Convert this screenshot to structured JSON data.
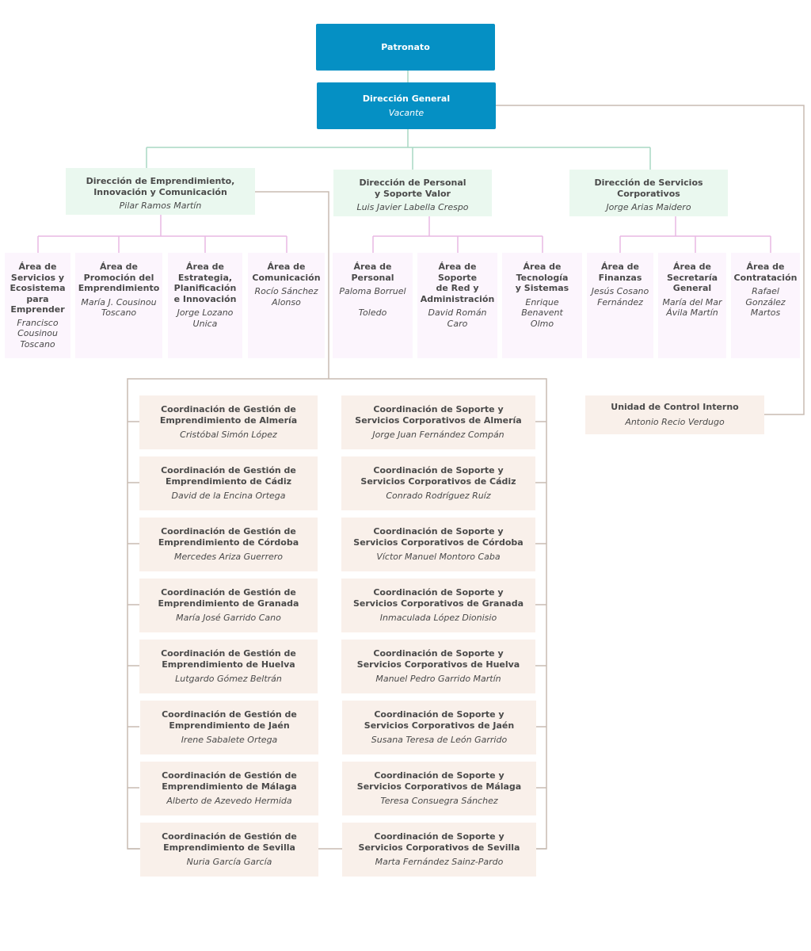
{
  "root": {
    "title": "Patronato"
  },
  "dg": {
    "title": "Dirección General",
    "name": "Vacante"
  },
  "directions": [
    {
      "title": "Dirección de Emprendimiento,\nInnovación y Comunicación",
      "name": "Pilar Ramos Martín"
    },
    {
      "title": "Dirección de Personal\ny Soporte Valor",
      "name": "Luis Javier Labella Crespo"
    },
    {
      "title": "Dirección de Servicios\nCorporativos",
      "name": "Jorge Arias Maidero"
    }
  ],
  "areas": [
    {
      "title": "Área de\nServicios y\nEcosistema\npara\nEmprender",
      "name": "Francisco\nCousinou\nToscano"
    },
    {
      "title": "Área de\nPromoción del\nEmprendimiento",
      "name": "María J. Cousinou\nToscano"
    },
    {
      "title": "Área de\nEstrategia,\nPlanificación\ne Innovación",
      "name": "Jorge Lozano\nUnica"
    },
    {
      "title": "Área de\nComunicación",
      "name": "Rocío Sánchez\nAlonso"
    },
    {
      "title": "Área de\nPersonal",
      "name": "Paloma Borruel\n\nToledo"
    },
    {
      "title": "Área de\nSoporte\nde Red y\nAdministración",
      "name": "David Román\nCaro"
    },
    {
      "title": "Área de\nTecnología\ny Sistemas",
      "name": "Enrique\nBenavent\nOlmo"
    },
    {
      "title": "Área de\nFinanzas",
      "name": "Jesús Cosano\nFernández"
    },
    {
      "title": "Área de\nSecretaría\nGeneral",
      "name": "María del Mar\nÁvila Martín"
    },
    {
      "title": "Área de\nContratación",
      "name": "Rafael\nGonzález\nMartos"
    }
  ],
  "coord_left": [
    {
      "title": "Coordinación de Gestión de\nEmprendimiento de Almería",
      "name": "Cristóbal Simón López"
    },
    {
      "title": "Coordinación de Gestión de\nEmprendimiento de Cádiz",
      "name": "David de la Encina Ortega"
    },
    {
      "title": "Coordinación de Gestión de\nEmprendimiento de Córdoba",
      "name": "Mercedes Ariza Guerrero"
    },
    {
      "title": "Coordinación de Gestión de\nEmprendimiento de Granada",
      "name": "María José Garrido Cano"
    },
    {
      "title": "Coordinación de Gestión de\nEmprendimiento de Huelva",
      "name": "Lutgardo Gómez Beltrán"
    },
    {
      "title": "Coordinación de Gestión de\nEmprendimiento de Jaén",
      "name": "Irene Sabalete Ortega"
    },
    {
      "title": "Coordinación de Gestión de\nEmprendimiento de Málaga",
      "name": "Alberto de Azevedo Hermida"
    },
    {
      "title": "Coordinación de Gestión de\nEmprendimiento de Sevilla",
      "name": "Nuria García García"
    }
  ],
  "coord_right": [
    {
      "title": "Coordinación de Soporte y\nServicios Corporativos de Almería",
      "name": "Jorge Juan Fernández Compán"
    },
    {
      "title": "Coordinación de Soporte y\nServicios Corporativos de Cádiz",
      "name": "Conrado Rodríguez Ruíz"
    },
    {
      "title": "Coordinación de Soporte y\nServicios Corporativos de Córdoba",
      "name": "Víctor Manuel Montoro Caba"
    },
    {
      "title": "Coordinación de Soporte y\nServicios Corporativos de Granada",
      "name": "Inmaculada López Dionisio"
    },
    {
      "title": "Coordinación de Soporte y\nServicios Corporativos de Huelva",
      "name": "Manuel Pedro Garrido Martín"
    },
    {
      "title": "Coordinación de Soporte y\nServicios Corporativos de Jaén",
      "name": "Susana Teresa de León Garrido"
    },
    {
      "title": "Coordinación de Soporte y\nServicios Corporativos de Málaga",
      "name": "Teresa Consuegra Sánchez"
    },
    {
      "title": "Coordinación de Soporte y\nServicios Corporativos de Sevilla",
      "name": "Marta Fernández Sainz-Pardo"
    }
  ],
  "control": {
    "title": "Unidad de Control Interno",
    "name": "Antonio Recio Verdugo"
  },
  "colors": {
    "blue": "#0590c4",
    "green_line": "#a8d8c4",
    "pink_line": "#e9b8e4",
    "gray_line": "#c8bcb2"
  }
}
